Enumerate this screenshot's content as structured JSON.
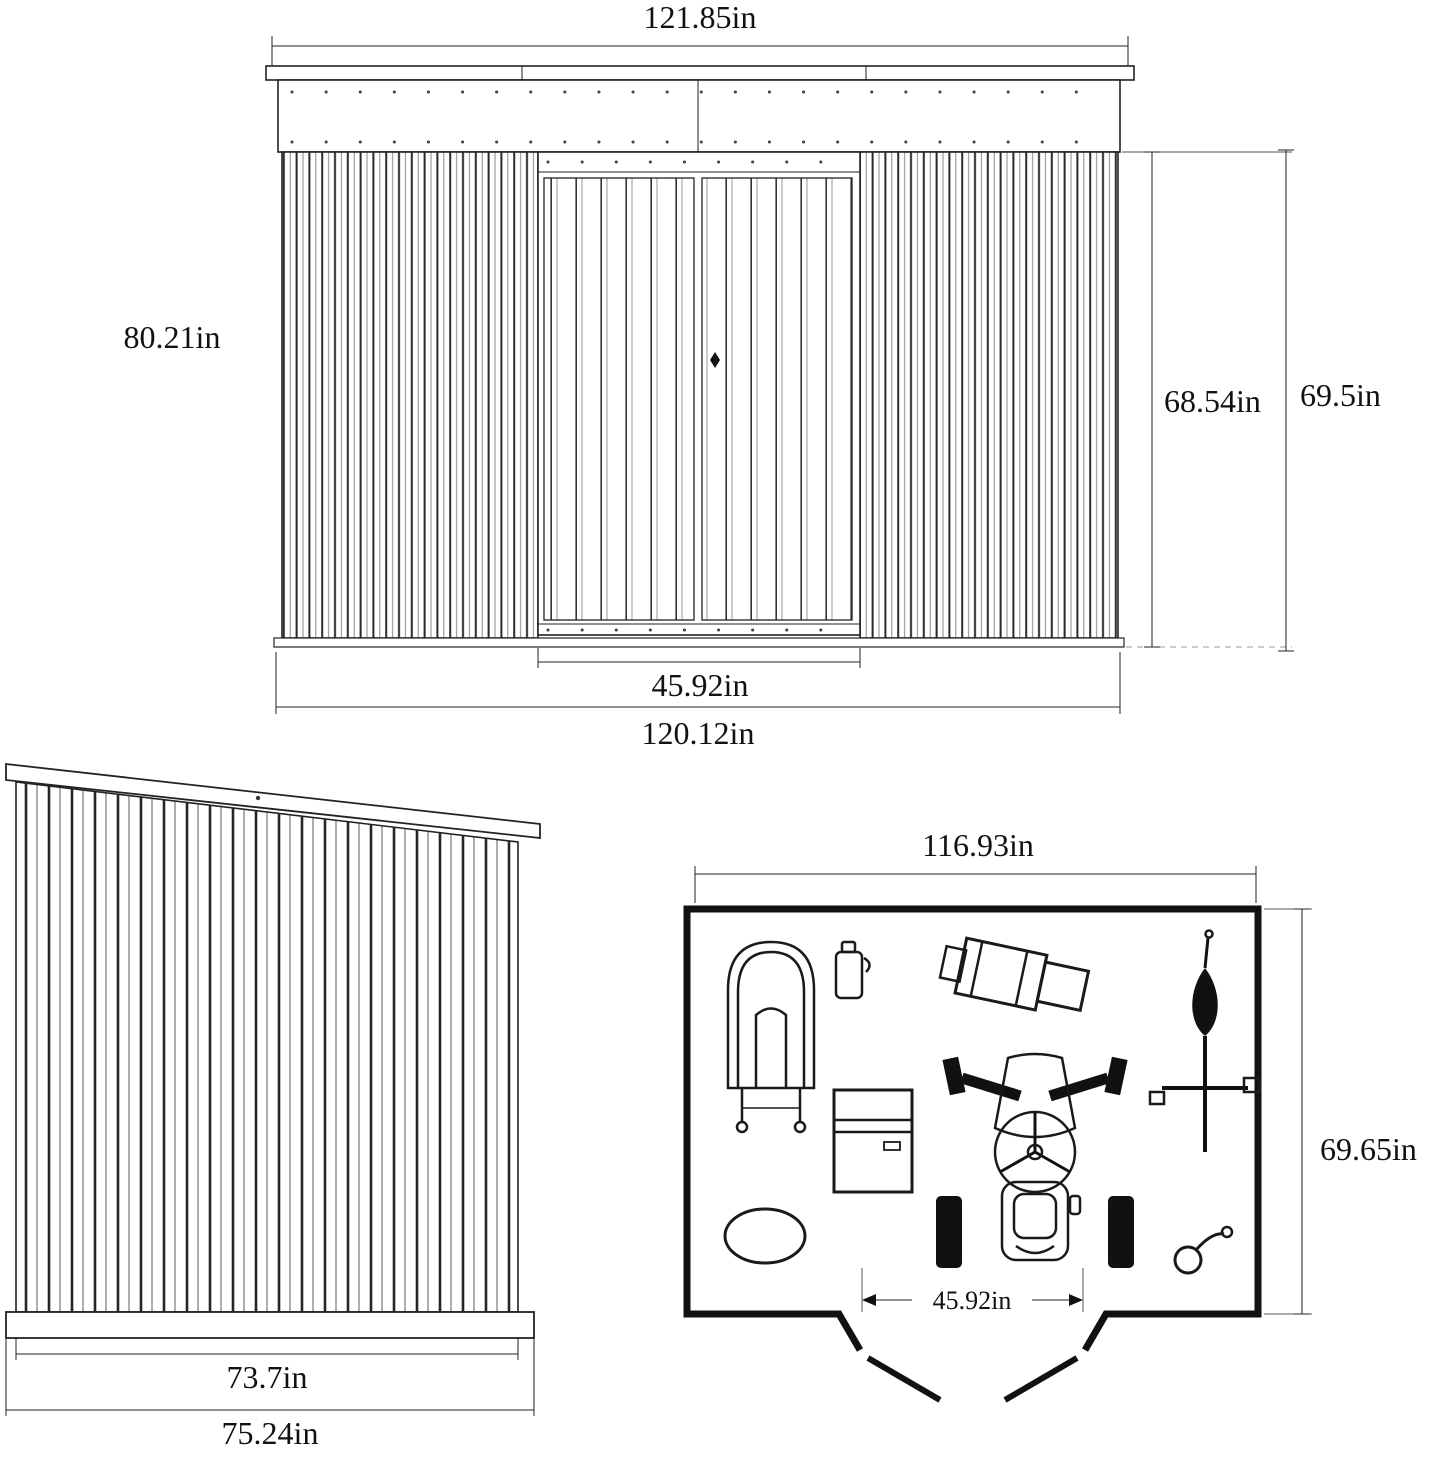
{
  "dimensions": {
    "front": {
      "top_width": "121.85in",
      "overall_height": "80.21in",
      "wall_height": "68.54in",
      "total_height": "69.5in",
      "door_width": "45.92in",
      "base_width": "120.12in"
    },
    "side": {
      "wall_width": "73.7in",
      "base_width": "75.24in"
    },
    "plan": {
      "width": "116.93in",
      "depth": "69.65in",
      "door_opening": "45.92in"
    }
  }
}
